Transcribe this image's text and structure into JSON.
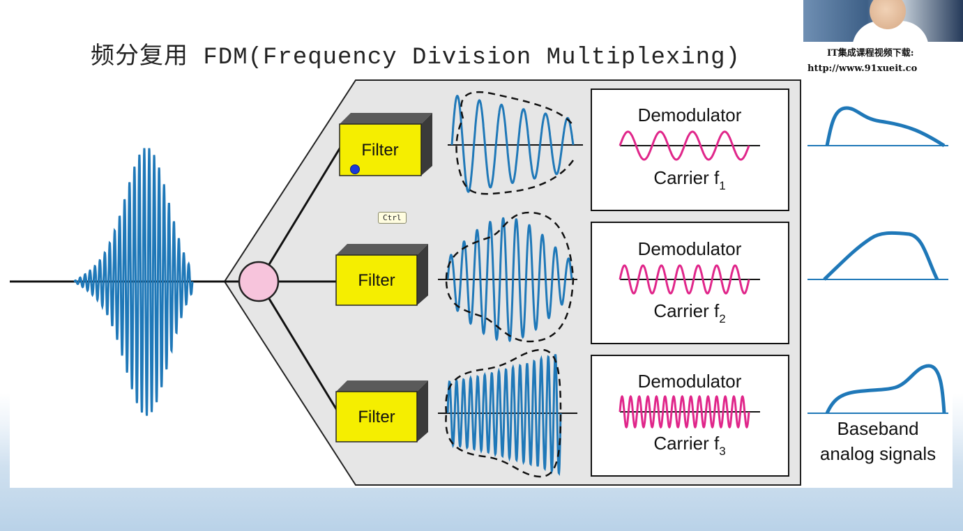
{
  "title": "频分复用 FDM(Frequency Division Multiplexing)",
  "watermark": {
    "line1": "IT集成课程视频下载:",
    "line2": "http://www.91xueit.co"
  },
  "filters": [
    {
      "label": "Filter"
    },
    {
      "label": "Filter"
    },
    {
      "label": "Filter"
    }
  ],
  "demodulators": [
    {
      "label": "Demodulator",
      "carrier": "Carrier f",
      "sub": "1"
    },
    {
      "label": "Demodulator",
      "carrier": "Carrier f",
      "sub": "2"
    },
    {
      "label": "Demodulator",
      "carrier": "Carrier f",
      "sub": "3"
    }
  ],
  "output_caption": {
    "line1": "Baseband",
    "line2": "analog signals"
  },
  "tooltip": "Ctrl",
  "colors": {
    "signal": "#1f78b8",
    "carrier": "#e0268a",
    "filter_box": "#f5ee00",
    "mux_circle": "#f7c4dc",
    "panel": "#e6e6e6"
  }
}
